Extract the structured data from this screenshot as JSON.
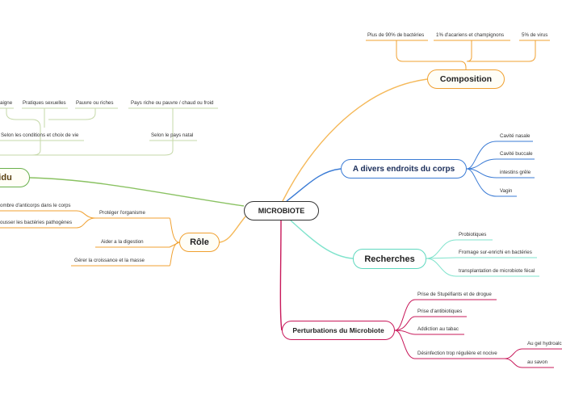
{
  "central": {
    "label": "MICROBIOTE"
  },
  "composition": {
    "label": "Composition",
    "items": [
      "Plus de 90% de bactéries",
      "1% d'acariens et champignons",
      "5% de virus"
    ]
  },
  "divers": {
    "label": "A divers endroits du corps",
    "items": [
      "Cavité nasale",
      "Cavité buccale",
      "intestins grêle",
      "Vagin"
    ]
  },
  "recherches": {
    "label": "Recherches",
    "items": [
      "Probiotiques",
      "Fromage sur-enrichi en bactéries",
      "transplantation de microbiote fécal"
    ]
  },
  "perturbations": {
    "label": "Perturbations du Microbiote",
    "items": [
      "Prise de Stupéfiants et de drogue",
      "Prise d'antibiotiques",
      "Addiction au tabac",
      "Désinfection trop régulière et nocive"
    ],
    "subitems": [
      "Au gel hydroalc",
      "au savon"
    ]
  },
  "role": {
    "label": "Rôle",
    "proteger": "Protéger l'organisme",
    "proteger_items": [
      "ombre d'anticorps dans le corps",
      "ousser les bactéries pathogènes"
    ],
    "aider": "Aider a la digestion",
    "gerer": "Gérer la croissance et la masse"
  },
  "individu": {
    "label": "vidu",
    "conditions": "Selon les conditions et choix de vie",
    "conditions_items": [
      "aigne",
      "Pratiques sexuelles",
      "Pauvre ou riches"
    ],
    "pays": "Selon le pays natal",
    "pays_items": [
      "Pays riche ou pauvre / chaud ou froid"
    ]
  },
  "colors": {
    "central": "#333333",
    "composition": "#f0a030",
    "divers": "#3a7bd5",
    "recherches": "#5fd8bf",
    "perturbations": "#c8185a",
    "role": "#f0a030",
    "individu": "#6ab04c",
    "individu_sub": "#c5d8a8"
  }
}
